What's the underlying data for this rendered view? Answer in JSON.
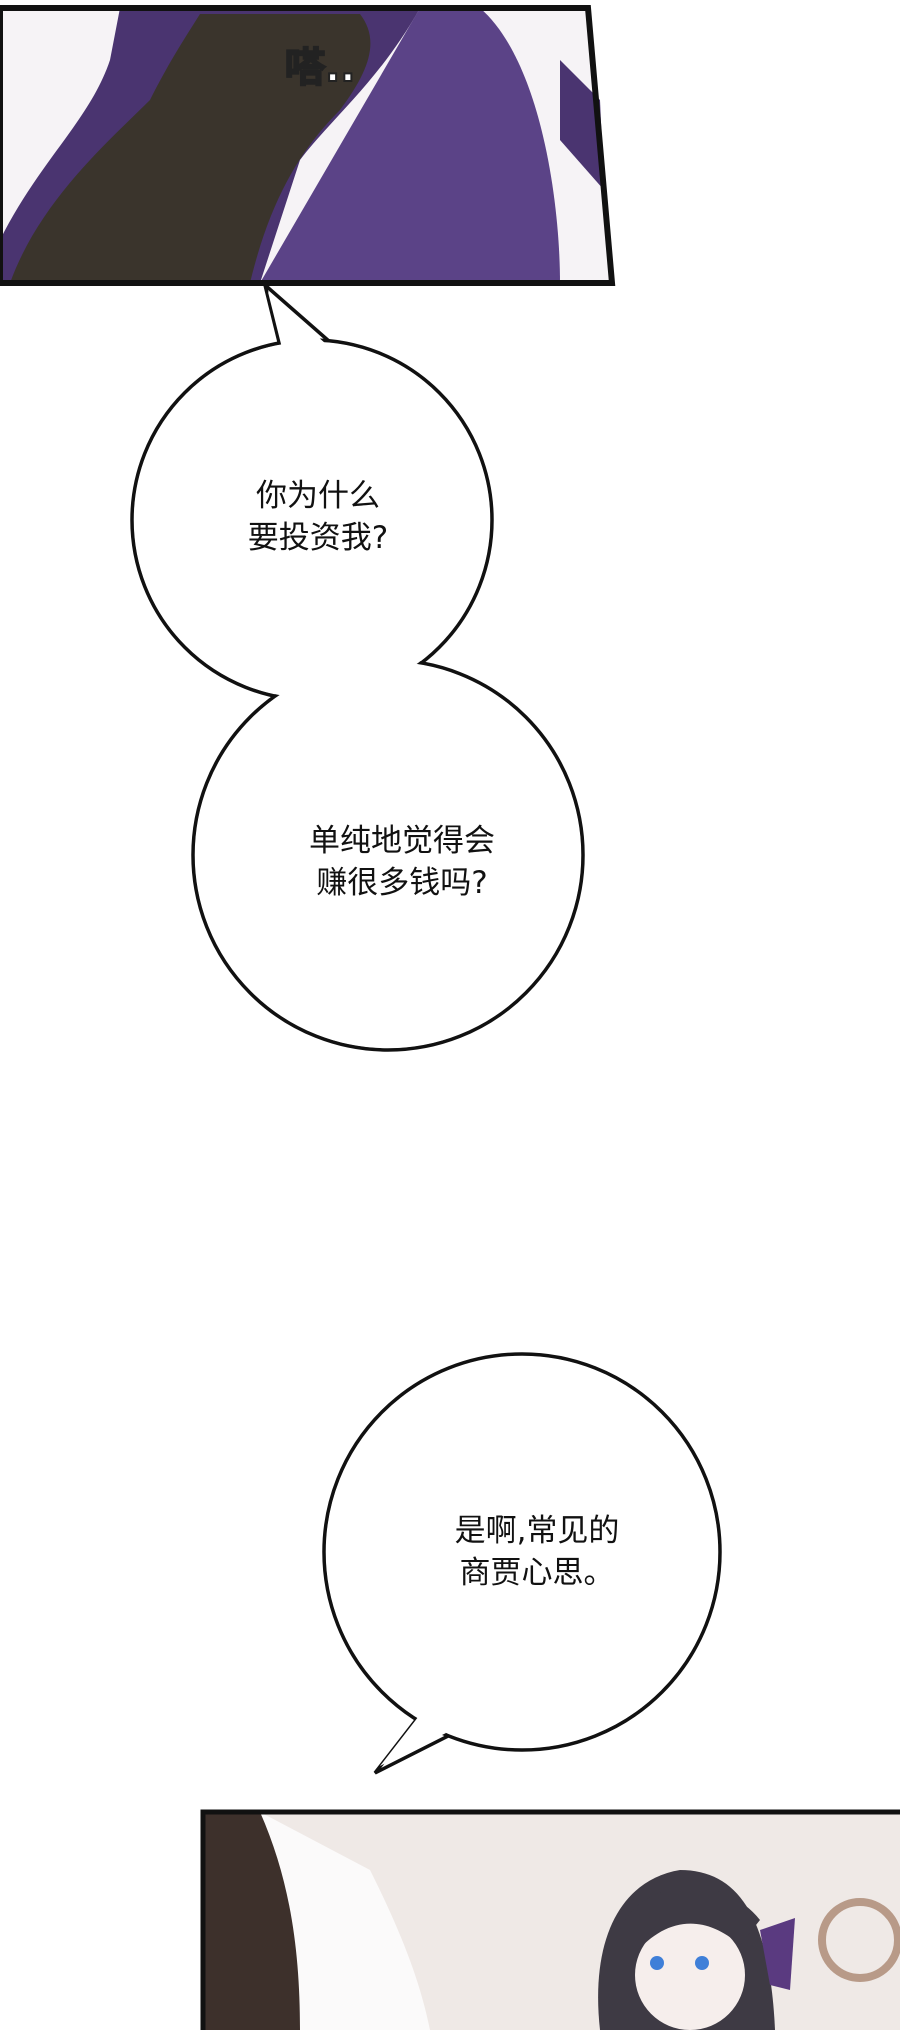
{
  "panels": {
    "top": {
      "sound_effect": "嗒..",
      "colors": {
        "robe": "#4a3470",
        "glove": "#3a342c",
        "bg": "#f4f1f4"
      }
    },
    "bottom": {
      "colors": {
        "hair": "#3e3a44",
        "eyes": "#3f7fd8",
        "ribbon": "#5a3a80",
        "bg": "#efe9e6"
      }
    }
  },
  "bubbles": [
    {
      "lines": [
        "你为什么",
        "要投资我?"
      ]
    },
    {
      "lines": [
        "单纯地觉得会",
        "赚很多钱吗?"
      ]
    },
    {
      "lines": [
        "是啊,常见的",
        "商贾心思。"
      ]
    }
  ]
}
